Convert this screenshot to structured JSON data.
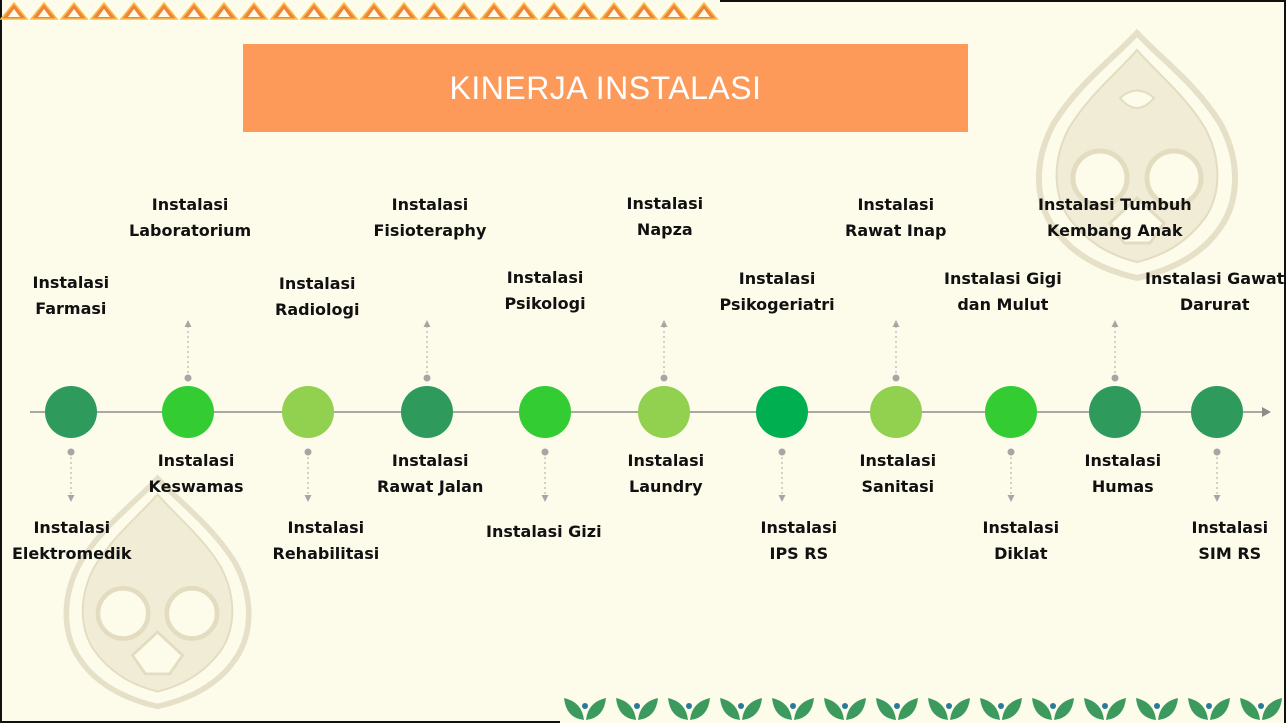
{
  "title": "KINERJA INSTALASI",
  "colors": {
    "background": "#fdfbea",
    "title_bar": "#fd9a59",
    "dark_green": "#2e9a5c",
    "bright_green": "#33cc33",
    "light_green": "#92d050",
    "emerald": "#00b050",
    "axis": "#8c8c8c"
  },
  "nodes": [
    {
      "color": "dark_green"
    },
    {
      "color": "bright_green"
    },
    {
      "color": "light_green"
    },
    {
      "color": "dark_green"
    },
    {
      "color": "bright_green"
    },
    {
      "color": "light_green"
    },
    {
      "color": "emerald"
    },
    {
      "color": "light_green"
    },
    {
      "color": "bright_green"
    },
    {
      "color": "dark_green"
    },
    {
      "color": "dark_green"
    }
  ],
  "labels_top": [
    {
      "line1": "Instalasi",
      "line2": "Farmasi"
    },
    {
      "line1": "Instalasi",
      "line2": "Laboratorium"
    },
    {
      "line1": "Instalasi",
      "line2": "Radiologi"
    },
    {
      "line1": "Instalasi",
      "line2": "Fisioteraphy"
    },
    {
      "line1": "Instalasi",
      "line2": "Psikologi"
    },
    {
      "line1": "Instalasi",
      "line2": "Napza"
    },
    {
      "line1": "Instalasi",
      "line2": "Psikogeriatri"
    },
    {
      "line1": "Instalasi",
      "line2": "Rawat Inap"
    },
    {
      "line1": "Instalasi Gigi",
      "line2": "dan Mulut"
    },
    {
      "line1": "Instalasi Tumbuh",
      "line2": "Kembang Anak"
    },
    {
      "line1": "Instalasi Gawat",
      "line2": "Darurat"
    }
  ],
  "labels_bottom": [
    {
      "line1": "Instalasi",
      "line2": "Elektromedik"
    },
    {
      "line1": "Instalasi",
      "line2": "Keswamas"
    },
    {
      "line1": "Instalasi",
      "line2": "Rehabilitasi"
    },
    {
      "line1": "Instalasi",
      "line2": "Rawat Jalan"
    },
    {
      "line1": "Instalasi Gizi",
      "line2": ""
    },
    {
      "line1": "Instalasi",
      "line2": "Laundry"
    },
    {
      "line1": "Instalasi",
      "line2": "IPS RS"
    },
    {
      "line1": "Instalasi",
      "line2": "Sanitasi"
    },
    {
      "line1": "Instalasi",
      "line2": "Diklat"
    },
    {
      "line1": "Instalasi",
      "line2": "Humas"
    },
    {
      "line1": "Instalasi",
      "line2": "SIM RS"
    }
  ]
}
